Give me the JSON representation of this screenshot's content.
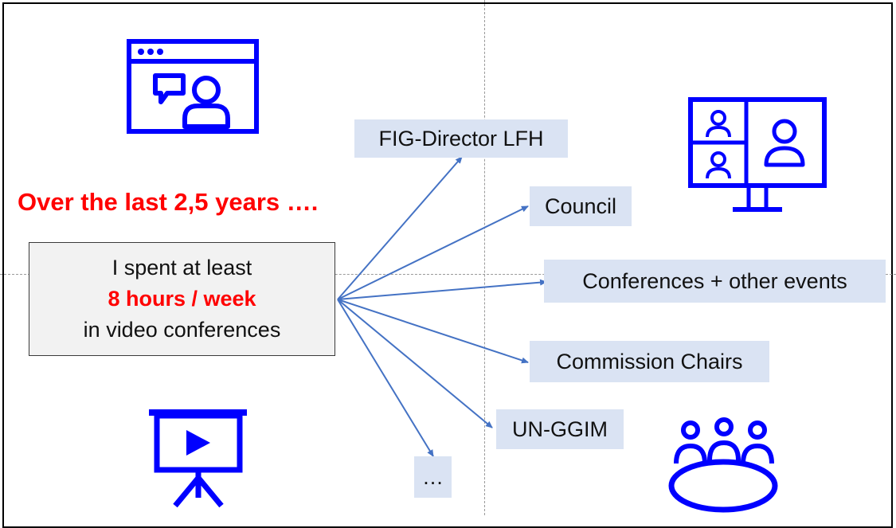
{
  "headline": "Over the last 2,5 years ….",
  "main_box": {
    "line1": "I spent at least",
    "line2": "8 hours / week",
    "line3": "in video conferences"
  },
  "targets": [
    "FIG-Director LFH",
    "Council",
    "Conferences + other events",
    "Commission Chairs",
    "UN-GGIM",
    "…"
  ],
  "colors": {
    "accent_red": "#ff0000",
    "icon_blue": "#0000ff",
    "arrow_blue": "#4472c4",
    "label_bg": "#dae3f3",
    "box_bg": "#f2f2f2"
  },
  "icons": [
    "video-chat-window-icon",
    "video-call-monitor-icon",
    "presentation-play-icon",
    "group-meeting-table-icon"
  ]
}
